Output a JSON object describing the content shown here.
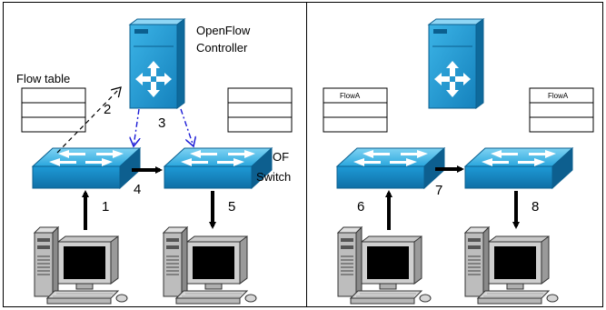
{
  "left_panel": {
    "controller_label_line1": "OpenFlow",
    "controller_label_line2": "Controller",
    "flow_table_label": "Flow table",
    "switch_label_line1": "OF",
    "switch_label_line2": "Switch",
    "step_numbers": [
      "1",
      "2",
      "3",
      "4",
      "5"
    ]
  },
  "right_panel": {
    "left_table_entry": "FlowA",
    "right_table_entry": "FlowA",
    "step_numbers": [
      "6",
      "7",
      "8"
    ]
  },
  "colors": {
    "device_blue": "#1e9ad6",
    "device_blue_light": "#58c2ee",
    "dashed_arrow_blue": "#1a1ad6",
    "border": "#000000"
  }
}
